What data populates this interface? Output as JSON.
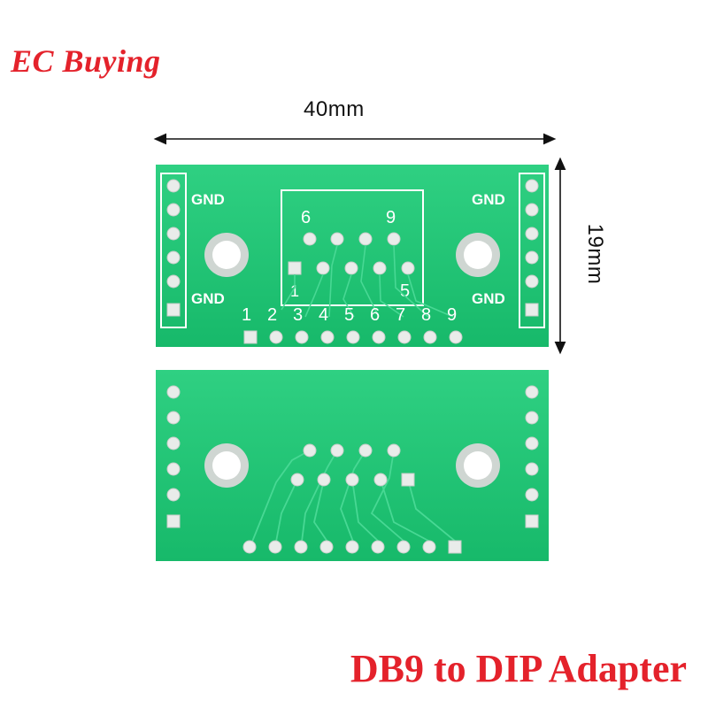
{
  "brand": "EC Buying",
  "caption": "DB9 to DIP Adapter",
  "dimensions": {
    "width_label": "40mm",
    "height_label": "19mm"
  },
  "top_board": {
    "gnd_labels": [
      "GND",
      "GND",
      "GND",
      "GND"
    ],
    "connector_labels": [
      "6",
      "9",
      "1",
      "5"
    ],
    "pin_numbers": [
      "1",
      "2",
      "3",
      "4",
      "5",
      "6",
      "7",
      "8",
      "9"
    ]
  },
  "colors": {
    "pcb": "#17b96a",
    "pcb_light": "#2fd082",
    "pad": "#e9ecea",
    "brand": "#e4222b",
    "caption": "#e4222b"
  }
}
